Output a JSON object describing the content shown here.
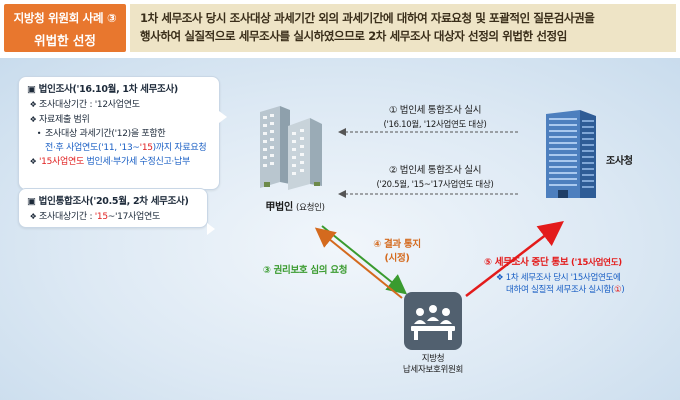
{
  "header": {
    "badge_line1": "지방청 위원회 사례 ③",
    "badge_line2": "위법한 선정",
    "description_line1": "1차 세무조사 당시 조사대상 과세기간 외의 과세기간에 대하여 자료요청 및 포괄적인 질문검사권을",
    "description_line2": "행사하여 실질적으로 세무조사를 실시하였으므로 2차 세무조사 대상자 선정의 위법한 선정임"
  },
  "card1": {
    "title": "▣ 법인조사('16.10월, 1차 세무조사)",
    "item1_label": "조사대상기간 : ",
    "item1_value": "'12사업연도",
    "item2": "자료제출 범위",
    "item3_part1": "조사대상 과세기간('12)을 포함한",
    "item3_part2_blue": "전·후 사업연도('11, '13~",
    "item3_part2_red": "'15",
    "item3_part2_tail": ")까지 자료요청",
    "item4_red": "'15사업연도",
    "item4_rest": " 법인세·부가세 수정신고·납부"
  },
  "card2": {
    "title": "▣ 법인통합조사('20.5월, 2차 세무조사)",
    "item1_label": "조사대상기간 : ",
    "item1_red": "'15",
    "item1_rest": "~'17사업연도"
  },
  "arrows": {
    "step1_label": "① 법인세 통합조사 실시",
    "step1_sub": "('16.10월, '12사업연도 대상)",
    "step2_label": "② 법인세 통합조사 실시",
    "step2_sub": "('20.5월, '15~'17사업연도 대상)",
    "step3_label": "③ 권리보호 심의 요청",
    "step4_label": "④ 결과 통지",
    "step4_sub": "(시정)",
    "step5_label": "⑤ 세무조사 중단 통보",
    "step5_sub": "('15사업연도)"
  },
  "note": {
    "line1": "❖ 1차 세무조사 당시 '15사업연도에",
    "line2_a": "대하여 실질적 세무조사 실시함(",
    "line2_b": "①",
    "line2_c": ")"
  },
  "entities": {
    "company_name": "甲법인",
    "company_sub": "(요청인)",
    "office_name": "조사청",
    "committee_line1": "지방청",
    "committee_line2": "납세자보호위원회"
  },
  "colors": {
    "badge": "#e8772e",
    "headline_bg": "#eee4c6",
    "green_arrow": "#3a9b2f",
    "orange_arrow": "#d46a1e",
    "red_arrow": "#e31b1b",
    "note_blue": "#1a5fc4"
  },
  "icons": {
    "company": "apartment-buildings-icon",
    "office": "office-tower-icon",
    "committee": "committee-meeting-icon"
  }
}
